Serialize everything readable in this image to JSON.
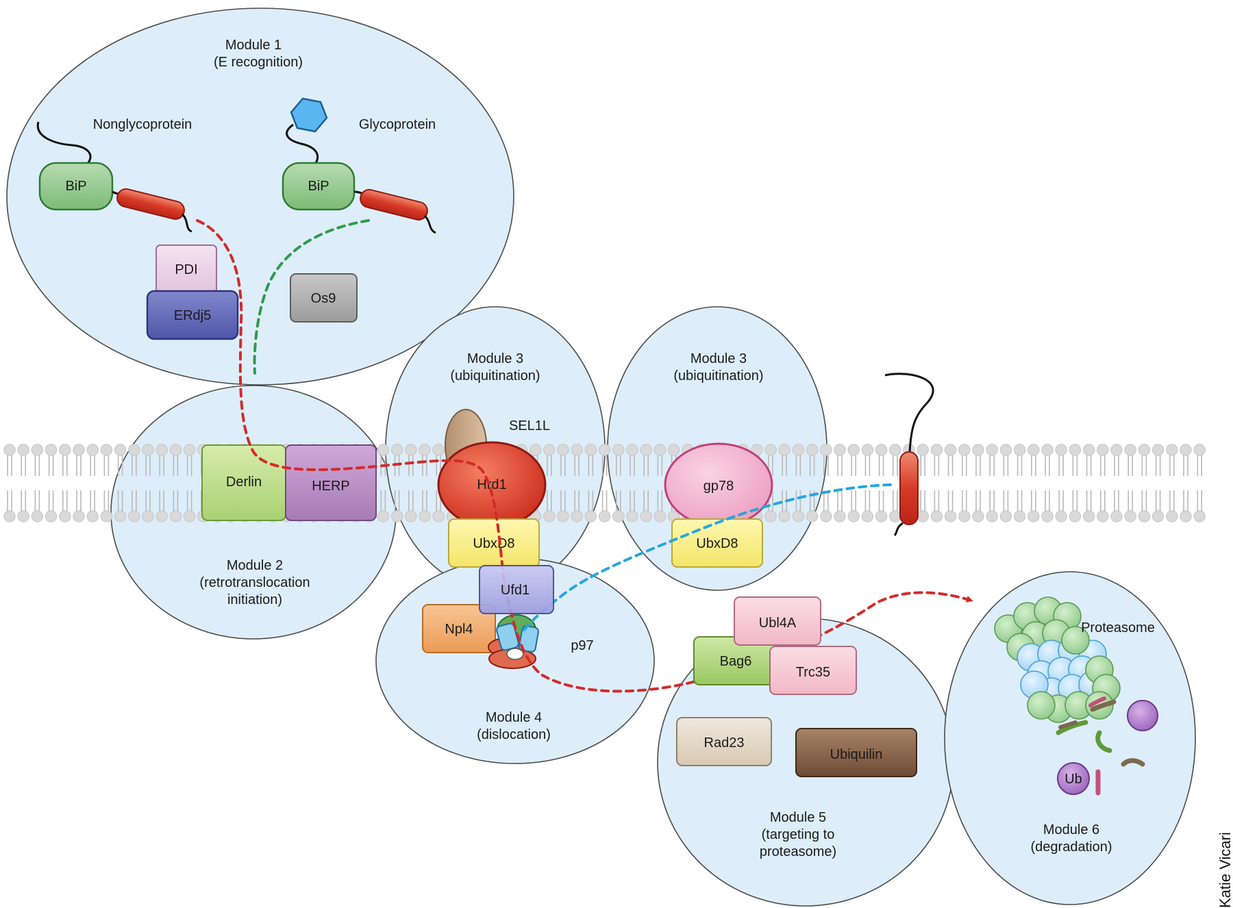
{
  "modules": {
    "m1": {
      "title": "Module 1",
      "subtitle": "(E recognition)"
    },
    "m2": {
      "title": "Module 2",
      "line2": "(retrotranslocation",
      "line3": "initiation)"
    },
    "m3a": {
      "title": "Module 3",
      "subtitle": "(ubiquitination)"
    },
    "m3b": {
      "title": "Module 3",
      "subtitle": "(ubiquitination)"
    },
    "m4": {
      "title": "Module 4",
      "subtitle": "(dislocation)"
    },
    "m5": {
      "title": "Module 5",
      "line2": "(targeting to",
      "line3": "proteasome)"
    },
    "m6": {
      "title": "Module 6",
      "subtitle": "(degradation)"
    }
  },
  "labels": {
    "nonglycoprotein": "Nonglycoprotein",
    "glycoprotein": "Glycoprotein",
    "sel1l": "SEL1L",
    "p97": "p97",
    "proteasome": "Proteasome"
  },
  "proteins": {
    "bip1": "BiP",
    "bip2": "BiP",
    "pdi": "PDI",
    "erdj5": "ERdj5",
    "os9": "Os9",
    "derlin": "Derlin",
    "herp": "HERP",
    "hrd1": "Hrd1",
    "ubxd8a": "UbxD8",
    "gp78": "gp78",
    "ubxd8b": "UbxD8",
    "ufd1": "Ufd1",
    "npl4": "Npl4",
    "ubl4a": "Ubl4A",
    "bag6": "Bag6",
    "trc35": "Trc35",
    "rad23": "Rad23",
    "ubiquilin": "Ubiquilin",
    "ub": "Ub"
  },
  "credit": "Katie Vicari",
  "colors": {
    "module_fill": "#ddeefa",
    "path_red": "#d42a2a",
    "path_green": "#2e9b4a",
    "path_blue": "#27a6dc"
  }
}
